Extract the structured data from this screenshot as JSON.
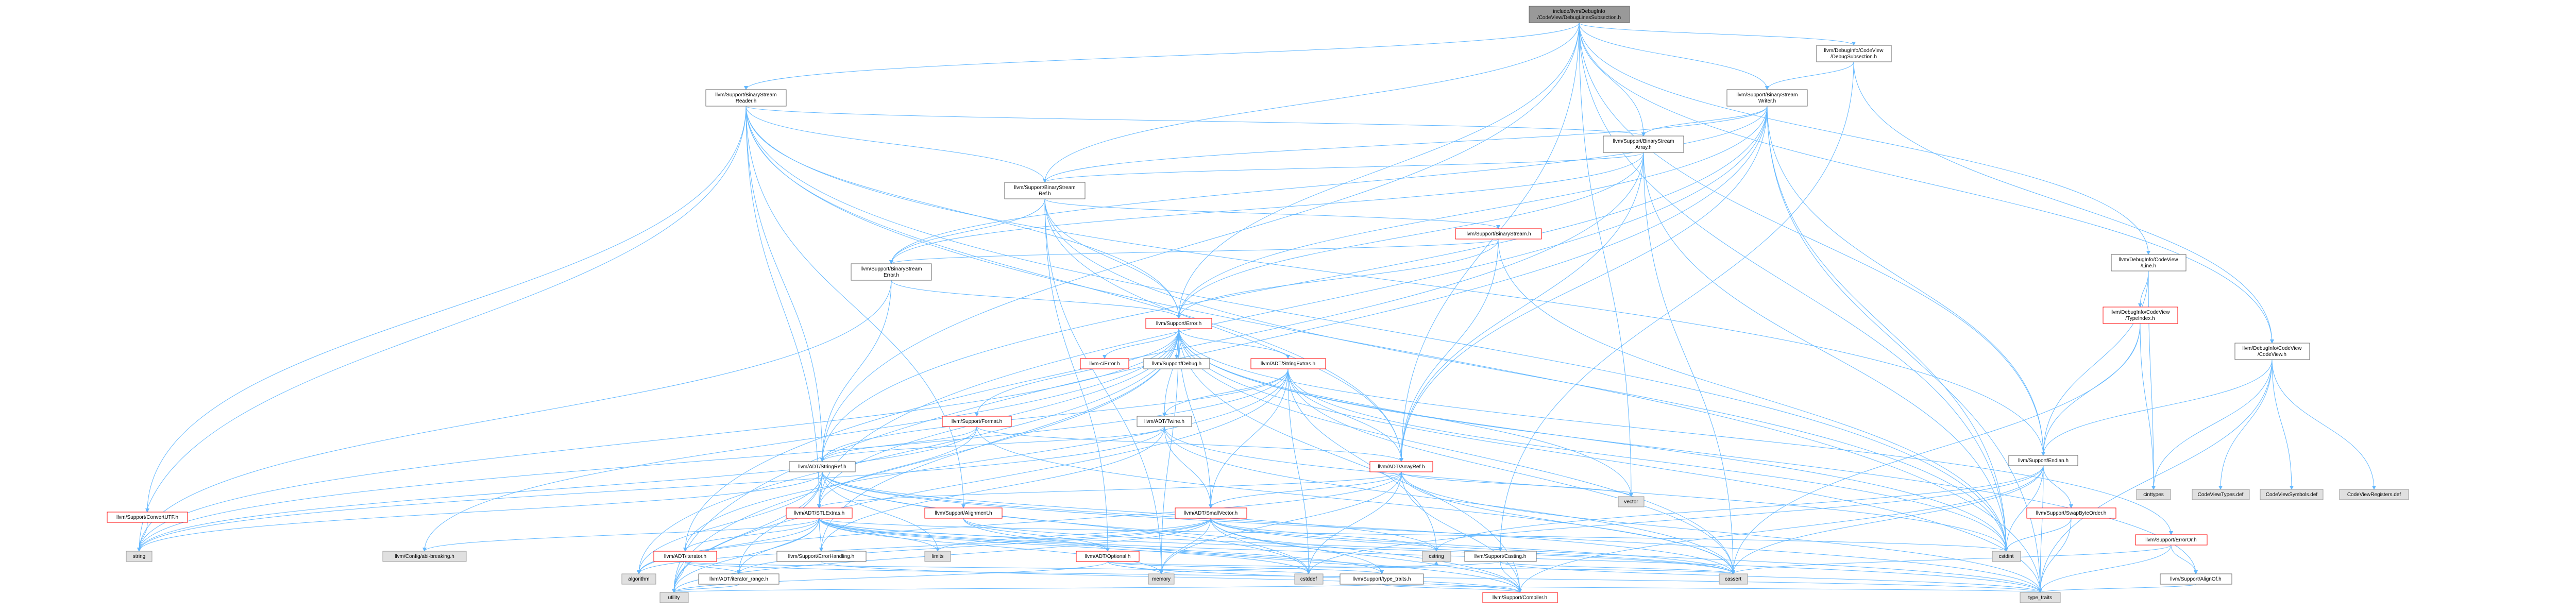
{
  "colors": {
    "edge": "#63b8ff",
    "node_border": "#666666",
    "red_border": "#ff0000",
    "gray_fill": "#e0e0e0",
    "root_fill": "#999999"
  },
  "nodes": [
    {
      "id": "root",
      "kind": "root",
      "lines": [
        "include/llvm/DebugInfo",
        "/CodeView/DebugLinesSubsection.h"
      ]
    },
    {
      "id": "bsr",
      "kind": "plain",
      "lines": [
        "llvm/Support/BinaryStream",
        "Reader.h"
      ]
    },
    {
      "id": "dss",
      "kind": "plain",
      "lines": [
        "llvm/DebugInfo/CodeView",
        "/DebugSubsection.h"
      ]
    },
    {
      "id": "bsw",
      "kind": "plain",
      "lines": [
        "llvm/Support/BinaryStream",
        "Writer.h"
      ]
    },
    {
      "id": "bsa",
      "kind": "plain",
      "lines": [
        "llvm/Support/BinaryStream",
        "Array.h"
      ]
    },
    {
      "id": "bsref",
      "kind": "plain",
      "lines": [
        "llvm/Support/BinaryStream",
        "Ref.h"
      ]
    },
    {
      "id": "bs",
      "kind": "red",
      "lines": [
        "llvm/Support/BinaryStream.h"
      ]
    },
    {
      "id": "bse",
      "kind": "plain",
      "lines": [
        "llvm/Support/BinaryStream",
        "Error.h"
      ]
    },
    {
      "id": "err",
      "kind": "red",
      "lines": [
        "llvm/Support/Error.h"
      ]
    },
    {
      "id": "cerr",
      "kind": "red",
      "lines": [
        "llvm-c/Error.h"
      ]
    },
    {
      "id": "debug",
      "kind": "plain",
      "lines": [
        "llvm/Support/Debug.h"
      ]
    },
    {
      "id": "stringextras",
      "kind": "red",
      "lines": [
        "llvm/ADT/StringExtras.h"
      ]
    },
    {
      "id": "format",
      "kind": "red",
      "lines": [
        "llvm/Support/Format.h"
      ]
    },
    {
      "id": "twine",
      "kind": "plain",
      "lines": [
        "llvm/ADT/Twine.h"
      ]
    },
    {
      "id": "line",
      "kind": "plain",
      "lines": [
        "llvm/DebugInfo/CodeView",
        "/Line.h"
      ]
    },
    {
      "id": "typeindex",
      "kind": "red",
      "lines": [
        "llvm/DebugInfo/CodeView",
        "/TypeIndex.h"
      ]
    },
    {
      "id": "codeview",
      "kind": "plain",
      "lines": [
        "llvm/DebugInfo/CodeView",
        "/CodeView.h"
      ]
    },
    {
      "id": "stringref",
      "kind": "plain",
      "lines": [
        "llvm/ADT/StringRef.h"
      ]
    },
    {
      "id": "arrayref",
      "kind": "red",
      "lines": [
        "llvm/ADT/ArrayRef.h"
      ]
    },
    {
      "id": "endian",
      "kind": "plain",
      "lines": [
        "llvm/Support/Endian.h"
      ]
    },
    {
      "id": "cinttypes",
      "kind": "gray",
      "lines": [
        "cinttypes"
      ]
    },
    {
      "id": "cvtypes",
      "kind": "gray",
      "lines": [
        "CodeViewTypes.def"
      ]
    },
    {
      "id": "cvsymbols",
      "kind": "gray",
      "lines": [
        "CodeViewSymbols.def"
      ]
    },
    {
      "id": "cvregisters",
      "kind": "gray",
      "lines": [
        "CodeViewRegisters.def"
      ]
    },
    {
      "id": "convertutf",
      "kind": "red",
      "lines": [
        "llvm/Support/ConvertUTF.h"
      ]
    },
    {
      "id": "stlextras",
      "kind": "red",
      "lines": [
        "llvm/ADT/STLExtras.h"
      ]
    },
    {
      "id": "alignment",
      "kind": "red",
      "lines": [
        "llvm/Support/Alignment.h"
      ]
    },
    {
      "id": "smallvector",
      "kind": "red",
      "lines": [
        "llvm/ADT/SmallVector.h"
      ]
    },
    {
      "id": "vector",
      "kind": "gray",
      "lines": [
        "vector"
      ]
    },
    {
      "id": "swapbyteorder",
      "kind": "red",
      "lines": [
        "llvm/Support/SwapByteOrder.h"
      ]
    },
    {
      "id": "erroror",
      "kind": "red",
      "lines": [
        "llvm/Support/ErrorOr.h"
      ]
    },
    {
      "id": "string",
      "kind": "gray",
      "lines": [
        "string"
      ]
    },
    {
      "id": "configabi",
      "kind": "gray",
      "lines": [
        "llvm/Config/abi-breaking.h"
      ]
    },
    {
      "id": "iterator",
      "kind": "red",
      "lines": [
        "llvm/ADT/iterator.h"
      ]
    },
    {
      "id": "errorhandling",
      "kind": "plain",
      "lines": [
        "llvm/Support/ErrorHandling.h"
      ]
    },
    {
      "id": "limits",
      "kind": "gray",
      "lines": [
        "limits"
      ]
    },
    {
      "id": "optional",
      "kind": "red",
      "lines": [
        "llvm/ADT/Optional.h"
      ]
    },
    {
      "id": "cstring",
      "kind": "gray",
      "lines": [
        "cstring"
      ]
    },
    {
      "id": "casting",
      "kind": "plain",
      "lines": [
        "llvm/Support/Casting.h"
      ]
    },
    {
      "id": "cstdint",
      "kind": "gray",
      "lines": [
        "cstdint"
      ]
    },
    {
      "id": "cassert",
      "kind": "gray",
      "lines": [
        "cassert"
      ]
    },
    {
      "id": "alignof",
      "kind": "plain",
      "lines": [
        "llvm/Support/AlignOf.h"
      ]
    },
    {
      "id": "algorithm",
      "kind": "gray",
      "lines": [
        "algorithm"
      ]
    },
    {
      "id": "iteratorrange",
      "kind": "plain",
      "lines": [
        "llvm/ADT/iterator_range.h"
      ]
    },
    {
      "id": "memory",
      "kind": "gray",
      "lines": [
        "memory"
      ]
    },
    {
      "id": "cstddef",
      "kind": "gray",
      "lines": [
        "cstddef"
      ]
    },
    {
      "id": "typetraits",
      "kind": "plain",
      "lines": [
        "llvm/Support/type_traits.h"
      ]
    },
    {
      "id": "utility",
      "kind": "gray",
      "lines": [
        "utility"
      ]
    },
    {
      "id": "compiler",
      "kind": "red",
      "lines": [
        "llvm/Support/Compiler.h"
      ]
    },
    {
      "id": "type_traits",
      "kind": "gray",
      "lines": [
        "type_traits"
      ]
    }
  ],
  "edges": [
    [
      "root",
      "bsr"
    ],
    [
      "root",
      "dss"
    ],
    [
      "root",
      "bsw"
    ],
    [
      "root",
      "bsa"
    ],
    [
      "root",
      "bsref"
    ],
    [
      "root",
      "err"
    ],
    [
      "root",
      "arrayref"
    ],
    [
      "root",
      "stringref"
    ],
    [
      "root",
      "endian"
    ],
    [
      "root",
      "line"
    ],
    [
      "root",
      "codeview"
    ],
    [
      "root",
      "vector"
    ],
    [
      "root",
      "cstdint"
    ],
    [
      "dss",
      "bsw"
    ],
    [
      "dss",
      "codeview"
    ],
    [
      "dss",
      "casting"
    ],
    [
      "bsr",
      "bsref"
    ],
    [
      "bsr",
      "bsa"
    ],
    [
      "bsr",
      "err"
    ],
    [
      "bsr",
      "stringref"
    ],
    [
      "bsr",
      "arrayref"
    ],
    [
      "bsr",
      "endian"
    ],
    [
      "bsr",
      "convertutf"
    ],
    [
      "bsr",
      "stlextras"
    ],
    [
      "bsr",
      "alignment"
    ],
    [
      "bsr",
      "string"
    ],
    [
      "bsr",
      "type_traits"
    ],
    [
      "bsr",
      "cstdint"
    ],
    [
      "bsw",
      "bsa"
    ],
    [
      "bsw",
      "bsref"
    ],
    [
      "bsw",
      "bse"
    ],
    [
      "bsw",
      "err"
    ],
    [
      "bsw",
      "stringref"
    ],
    [
      "bsw",
      "arrayref"
    ],
    [
      "bsw",
      "endian"
    ],
    [
      "bsw",
      "stlextras"
    ],
    [
      "bsw",
      "cstdint"
    ],
    [
      "bsw",
      "type_traits"
    ],
    [
      "bsw",
      "utility"
    ],
    [
      "bsa",
      "bsref"
    ],
    [
      "bsa",
      "bse"
    ],
    [
      "bsa",
      "arrayref"
    ],
    [
      "bsa",
      "err"
    ],
    [
      "bsa",
      "iterator"
    ],
    [
      "bsa",
      "cassert"
    ],
    [
      "bsa",
      "cstdint"
    ],
    [
      "bsref",
      "bs"
    ],
    [
      "bsref",
      "bse"
    ],
    [
      "bsref",
      "err"
    ],
    [
      "bsref",
      "arrayref"
    ],
    [
      "bsref",
      "optional"
    ],
    [
      "bsref",
      "memory"
    ],
    [
      "bsref",
      "cstdint"
    ],
    [
      "bs",
      "err"
    ],
    [
      "bs",
      "bse"
    ],
    [
      "bs",
      "arrayref"
    ],
    [
      "bs",
      "cstdint"
    ],
    [
      "bse",
      "err"
    ],
    [
      "bse",
      "stringref"
    ],
    [
      "bse",
      "string"
    ],
    [
      "err",
      "cerr"
    ],
    [
      "err",
      "debug"
    ],
    [
      "err",
      "stringextras"
    ],
    [
      "err",
      "format"
    ],
    [
      "err",
      "twine"
    ],
    [
      "err",
      "configabi"
    ],
    [
      "err",
      "stlextras"
    ],
    [
      "err",
      "smallvector"
    ],
    [
      "err",
      "errorhandling"
    ],
    [
      "err",
      "alignof"
    ],
    [
      "err",
      "erroror"
    ],
    [
      "err",
      "compiler"
    ],
    [
      "err",
      "cassert"
    ],
    [
      "err",
      "cstdint"
    ],
    [
      "err",
      "memory"
    ],
    [
      "err",
      "string"
    ],
    [
      "err",
      "vector"
    ],
    [
      "err",
      "utility"
    ],
    [
      "err",
      "type_traits"
    ],
    [
      "err",
      "algorithm"
    ],
    [
      "err",
      "cstdlib_dummy"
    ],
    [
      "stringextras",
      "arrayref"
    ],
    [
      "stringextras",
      "smallvector"
    ],
    [
      "stringextras",
      "stringref"
    ],
    [
      "stringextras",
      "twine"
    ],
    [
      "stringextras",
      "cstring"
    ],
    [
      "stringextras",
      "iterator"
    ],
    [
      "stringextras",
      "cassert"
    ],
    [
      "stringextras",
      "cstddef"
    ],
    [
      "stringextras",
      "cstdint"
    ],
    [
      "stringextras",
      "string"
    ],
    [
      "stringextras",
      "utility"
    ],
    [
      "format",
      "arrayref"
    ],
    [
      "format",
      "stlextras"
    ],
    [
      "format",
      "stringref"
    ],
    [
      "format",
      "cassert"
    ],
    [
      "format",
      "string"
    ],
    [
      "twine",
      "smallvector"
    ],
    [
      "twine",
      "stringref"
    ],
    [
      "twine",
      "errorhandling"
    ],
    [
      "twine",
      "cassert"
    ],
    [
      "twine",
      "cstdint"
    ],
    [
      "twine",
      "string"
    ],
    [
      "line",
      "typeindex"
    ],
    [
      "line",
      "endian"
    ],
    [
      "line",
      "cinttypes"
    ],
    [
      "typeindex",
      "endian"
    ],
    [
      "typeindex",
      "cassert"
    ],
    [
      "typeindex",
      "cinttypes"
    ],
    [
      "codeview",
      "endian"
    ],
    [
      "codeview",
      "cinttypes"
    ],
    [
      "codeview",
      "cvtypes"
    ],
    [
      "codeview",
      "cvsymbols"
    ],
    [
      "codeview",
      "cvregisters"
    ],
    [
      "codeview",
      "type_traits"
    ],
    [
      "stringref",
      "stlextras"
    ],
    [
      "stringref",
      "iteratorrange"
    ],
    [
      "stringref",
      "compiler"
    ],
    [
      "stringref",
      "algorithm"
    ],
    [
      "stringref",
      "cassert"
    ],
    [
      "stringref",
      "cstddef"
    ],
    [
      "stringref",
      "cstring"
    ],
    [
      "stringref",
      "limits"
    ],
    [
      "stringref",
      "string"
    ],
    [
      "stringref",
      "type_traits"
    ],
    [
      "stringref",
      "utility"
    ],
    [
      "arrayref",
      "stlextras"
    ],
    [
      "arrayref",
      "smallvector"
    ],
    [
      "arrayref",
      "compiler"
    ],
    [
      "arrayref",
      "algorithm"
    ],
    [
      "arrayref",
      "cassert"
    ],
    [
      "arrayref",
      "cstddef"
    ],
    [
      "arrayref",
      "memory"
    ],
    [
      "arrayref",
      "vector"
    ],
    [
      "arrayref",
      "type_traits"
    ],
    [
      "endian",
      "swapbyteorder"
    ],
    [
      "endian",
      "compiler"
    ],
    [
      "endian",
      "cassert"
    ],
    [
      "endian",
      "cstddef"
    ],
    [
      "endian",
      "cstdint"
    ],
    [
      "endian",
      "cstring"
    ],
    [
      "endian",
      "type_traits"
    ],
    [
      "swapbyteorder",
      "cstdint"
    ],
    [
      "swapbyteorder",
      "type_traits"
    ],
    [
      "erroror",
      "alignof"
    ],
    [
      "erroror",
      "cassert"
    ],
    [
      "erroror",
      "type_traits"
    ],
    [
      "convertutf",
      "string"
    ],
    [
      "stlextras",
      "configabi"
    ],
    [
      "stlextras",
      "iterator"
    ],
    [
      "stlextras",
      "iteratorrange"
    ],
    [
      "stlextras",
      "errorhandling"
    ],
    [
      "stlextras",
      "typetraits"
    ],
    [
      "stlextras",
      "optional"
    ],
    [
      "stlextras",
      "algorithm"
    ],
    [
      "stlextras",
      "cassert"
    ],
    [
      "stlextras",
      "cstddef"
    ],
    [
      "stlextras",
      "cstdint"
    ],
    [
      "stlextras",
      "limits"
    ],
    [
      "stlextras",
      "memory"
    ],
    [
      "stlextras",
      "utility"
    ],
    [
      "stlextras",
      "type_traits"
    ],
    [
      "alignment",
      "cassert"
    ],
    [
      "alignment",
      "optional"
    ],
    [
      "alignment",
      "compiler"
    ],
    [
      "smallvector",
      "iteratorrange"
    ],
    [
      "smallvector",
      "compiler"
    ],
    [
      "smallvector",
      "typetraits"
    ],
    [
      "smallvector",
      "algorithm"
    ],
    [
      "smallvector",
      "cassert"
    ],
    [
      "smallvector",
      "cstddef"
    ],
    [
      "smallvector",
      "cstring"
    ],
    [
      "smallvector",
      "limits"
    ],
    [
      "smallvector",
      "memory"
    ],
    [
      "smallvector",
      "utility"
    ],
    [
      "smallvector",
      "type_traits"
    ],
    [
      "iterator",
      "iteratorrange"
    ],
    [
      "iterator",
      "cstddef"
    ],
    [
      "iterator",
      "type_traits"
    ],
    [
      "iterator",
      "utility"
    ],
    [
      "errorhandling",
      "compiler"
    ],
    [
      "optional",
      "compiler"
    ],
    [
      "optional",
      "typetraits"
    ],
    [
      "optional",
      "cassert"
    ],
    [
      "optional",
      "cstring"
    ],
    [
      "optional",
      "memory"
    ],
    [
      "optional",
      "utility"
    ],
    [
      "casting",
      "compiler"
    ],
    [
      "casting",
      "cassert"
    ],
    [
      "casting",
      "memory"
    ],
    [
      "casting",
      "type_traits"
    ],
    [
      "alignof",
      "type_traits"
    ],
    [
      "iteratorrange",
      "utility"
    ],
    [
      "typetraits",
      "compiler"
    ],
    [
      "typetraits",
      "type_traits"
    ],
    [
      "typetraits",
      "utility"
    ]
  ]
}
